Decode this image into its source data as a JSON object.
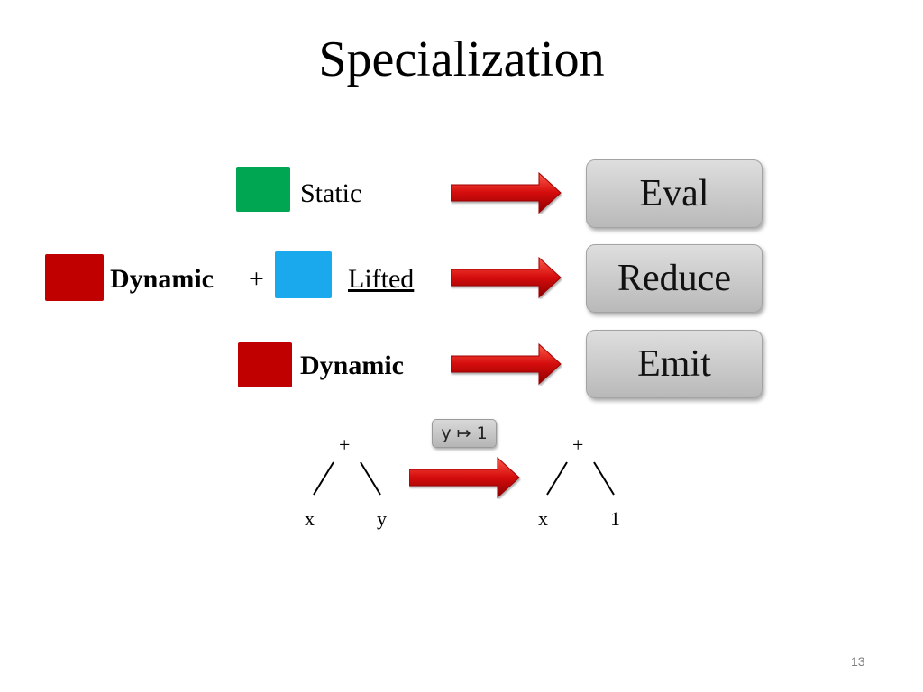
{
  "slide": {
    "title": "Specialization",
    "page_number": "13"
  },
  "colors": {
    "static": "#00a651",
    "dynamic": "#c00000",
    "lifted": "#1aa9ec",
    "arrow": "#d40c0c"
  },
  "rows": [
    {
      "label": "Static",
      "action": "Eval"
    },
    {
      "label": "Dynamic",
      "plus": "+",
      "label2": "Lifted",
      "action": "Reduce"
    },
    {
      "label": "Dynamic",
      "action": "Emit"
    }
  ],
  "example": {
    "substitution": "y ↦ 1",
    "before": {
      "op": "+",
      "left": "x",
      "right": "y"
    },
    "after": {
      "op": "+",
      "left": "x",
      "right": "1"
    }
  }
}
